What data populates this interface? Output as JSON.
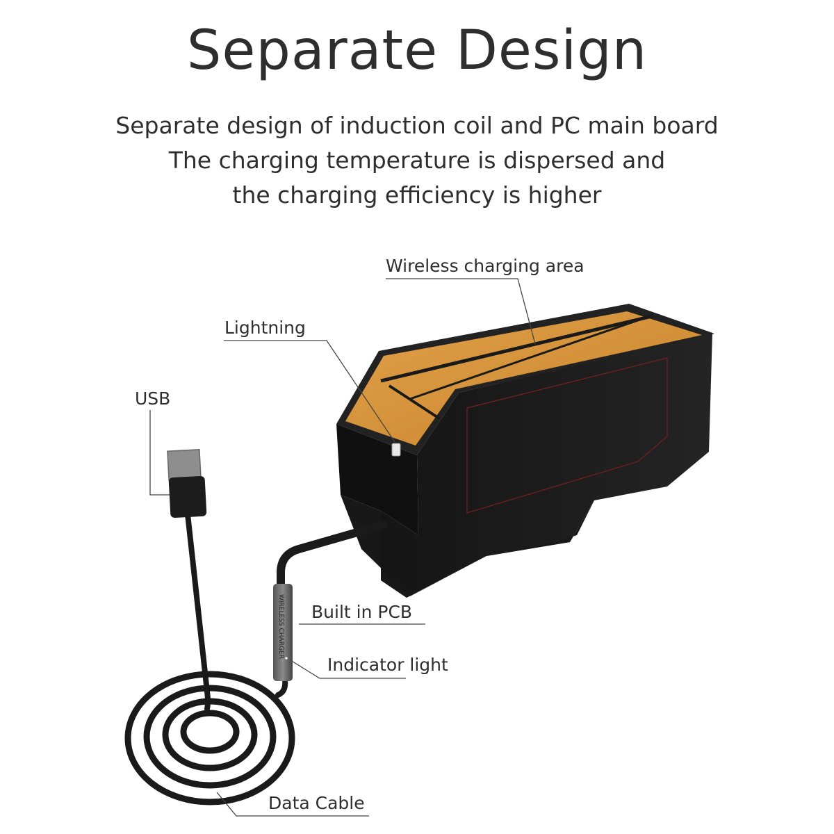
{
  "header": {
    "title": "Separate Design",
    "lines": [
      "Separate design of induction coil and PC main board",
      "The charging temperature is dispersed and",
      "the charging efficiency is higher"
    ]
  },
  "callouts": {
    "wireless_area": "Wireless charging area",
    "lightning": "Lightning",
    "usb": "USB",
    "pcb": "Built in PCB",
    "indicator": "Indicator light",
    "cable": "Data Cable"
  },
  "module_print": "WIRELESS CHARGER",
  "colors": {
    "box_body": "#1b1b1b",
    "box_lining": "#d6912f",
    "text": "#2e2e2e"
  }
}
